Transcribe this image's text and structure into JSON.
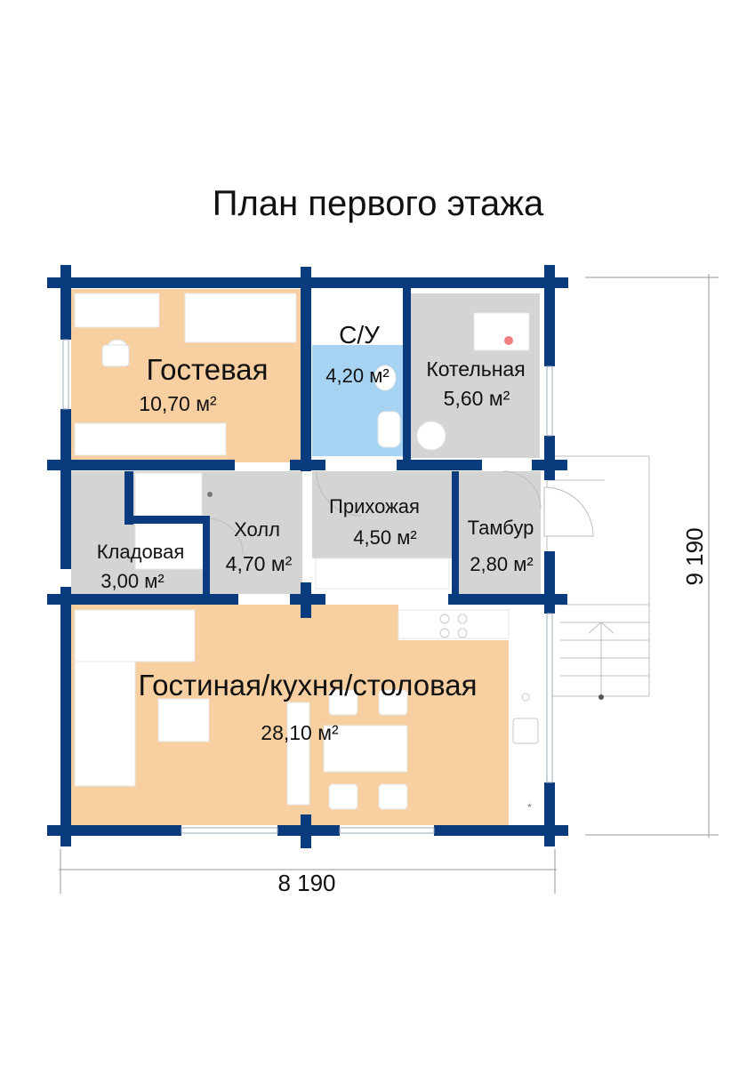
{
  "title": "План первого этажа",
  "colors": {
    "wall": "#0a3b7d",
    "guest_floor": "#f8cfa0",
    "living_floor": "#f8cfa0",
    "bath_floor": "#a7d3f2",
    "utility_floor": "#d4d4d4",
    "furniture": "#ffffff",
    "dimension_line": "#9a9a9a"
  },
  "rooms": {
    "guest": {
      "name": "Гостевая",
      "area": "10,70 м²"
    },
    "bathroom": {
      "name": "С/У",
      "area": "4,20 м²"
    },
    "boiler": {
      "name": "Котельная",
      "area": "5,60 м²"
    },
    "storage": {
      "name": "Кладовая",
      "area": "3,00 м²"
    },
    "hall": {
      "name": "Холл",
      "area": "4,70 м²"
    },
    "entrance": {
      "name": "Прихожая",
      "area": "4,50 м²"
    },
    "vestibule": {
      "name": "Тамбур",
      "area": "2,80 м²"
    },
    "living": {
      "name": "Гостиная/кухня/столовая",
      "area": "28,10 м²"
    }
  },
  "dimensions": {
    "width": "8 190",
    "depth": "9 190"
  }
}
